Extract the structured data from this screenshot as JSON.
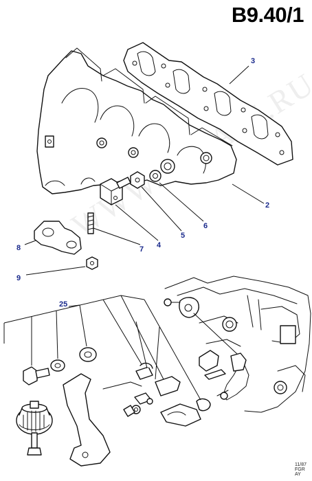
{
  "title": "B9.40/1",
  "watermark": "WWW.EPCATS.RU",
  "stamp": {
    "line1": "11/87",
    "line2": "FGR",
    "line3": "AY"
  },
  "callouts": [
    {
      "id": "3",
      "label": "3"
    },
    {
      "id": "2",
      "label": "2"
    },
    {
      "id": "6",
      "label": "6"
    },
    {
      "id": "5",
      "label": "5"
    },
    {
      "id": "4",
      "label": "4"
    },
    {
      "id": "7",
      "label": "7"
    },
    {
      "id": "8",
      "label": "8"
    },
    {
      "id": "9",
      "label": "9"
    },
    {
      "id": "25",
      "label": "25"
    }
  ],
  "colors": {
    "callout": "#1a2a8c",
    "line": "#111111",
    "background": "#ffffff"
  }
}
